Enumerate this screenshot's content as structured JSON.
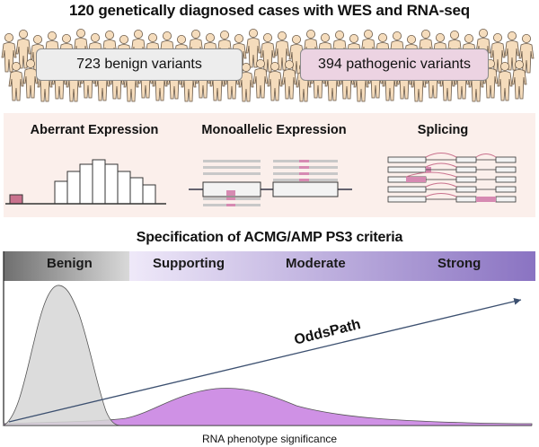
{
  "header": {
    "title": "120 genetically diagnosed cases with WES and RNA-seq"
  },
  "variants": {
    "benign": "723 benign variants",
    "pathogenic": "394 pathogenic variants"
  },
  "assays": {
    "aberrant": "Aberrant Expression",
    "monoallelic": "Monoallelic Expression",
    "splicing": "Splicing"
  },
  "criteria": {
    "title": "Specification of ACMG/AMP PS3 criteria",
    "bands": [
      "Benign",
      "Supporting",
      "Moderate",
      "Strong"
    ]
  },
  "plot": {
    "odds_label": "OddsPath",
    "xlabel": "RNA phenotype significance"
  },
  "colors": {
    "benign": "#d6d6d6",
    "pathogenic": "#c77ee0",
    "band_start": "#efe9f9",
    "band_end": "#8a73c2"
  }
}
